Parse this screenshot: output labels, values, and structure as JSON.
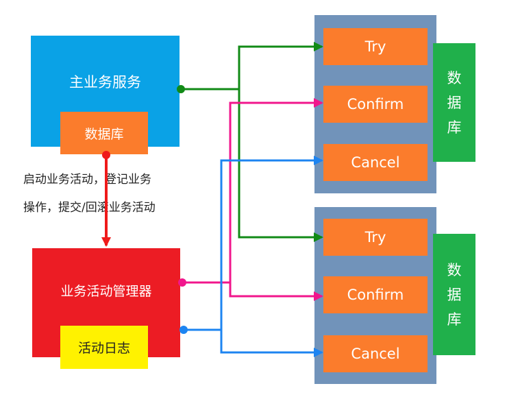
{
  "main_service": {
    "title": "主业务服务",
    "db": "数据库"
  },
  "annotation": {
    "line1": "启动业务活动，登记业务",
    "line2": "操作，提交/回滚业务活动"
  },
  "activity_manager": {
    "title": "业务活动管理器",
    "log": "活动日志"
  },
  "participants": [
    {
      "ops": [
        "Try",
        "Confirm",
        "Cancel"
      ],
      "db": "数据库"
    },
    {
      "ops": [
        "Try",
        "Confirm",
        "Cancel"
      ],
      "db": "数据库"
    }
  ],
  "colors": {
    "main_box": "#0aa2e6",
    "main_db": "#fb7c2c",
    "manager_box": "#ec1c24",
    "log_box": "#fff200",
    "panel": "#7193ba",
    "op_box": "#fb7c2c",
    "db_box": "#20b04b",
    "try_arrows": "#118a16",
    "confirm_arrows": "#f1168c",
    "cancel_arrows": "#1d84f1",
    "start_arrow": "#ef1a1a"
  }
}
